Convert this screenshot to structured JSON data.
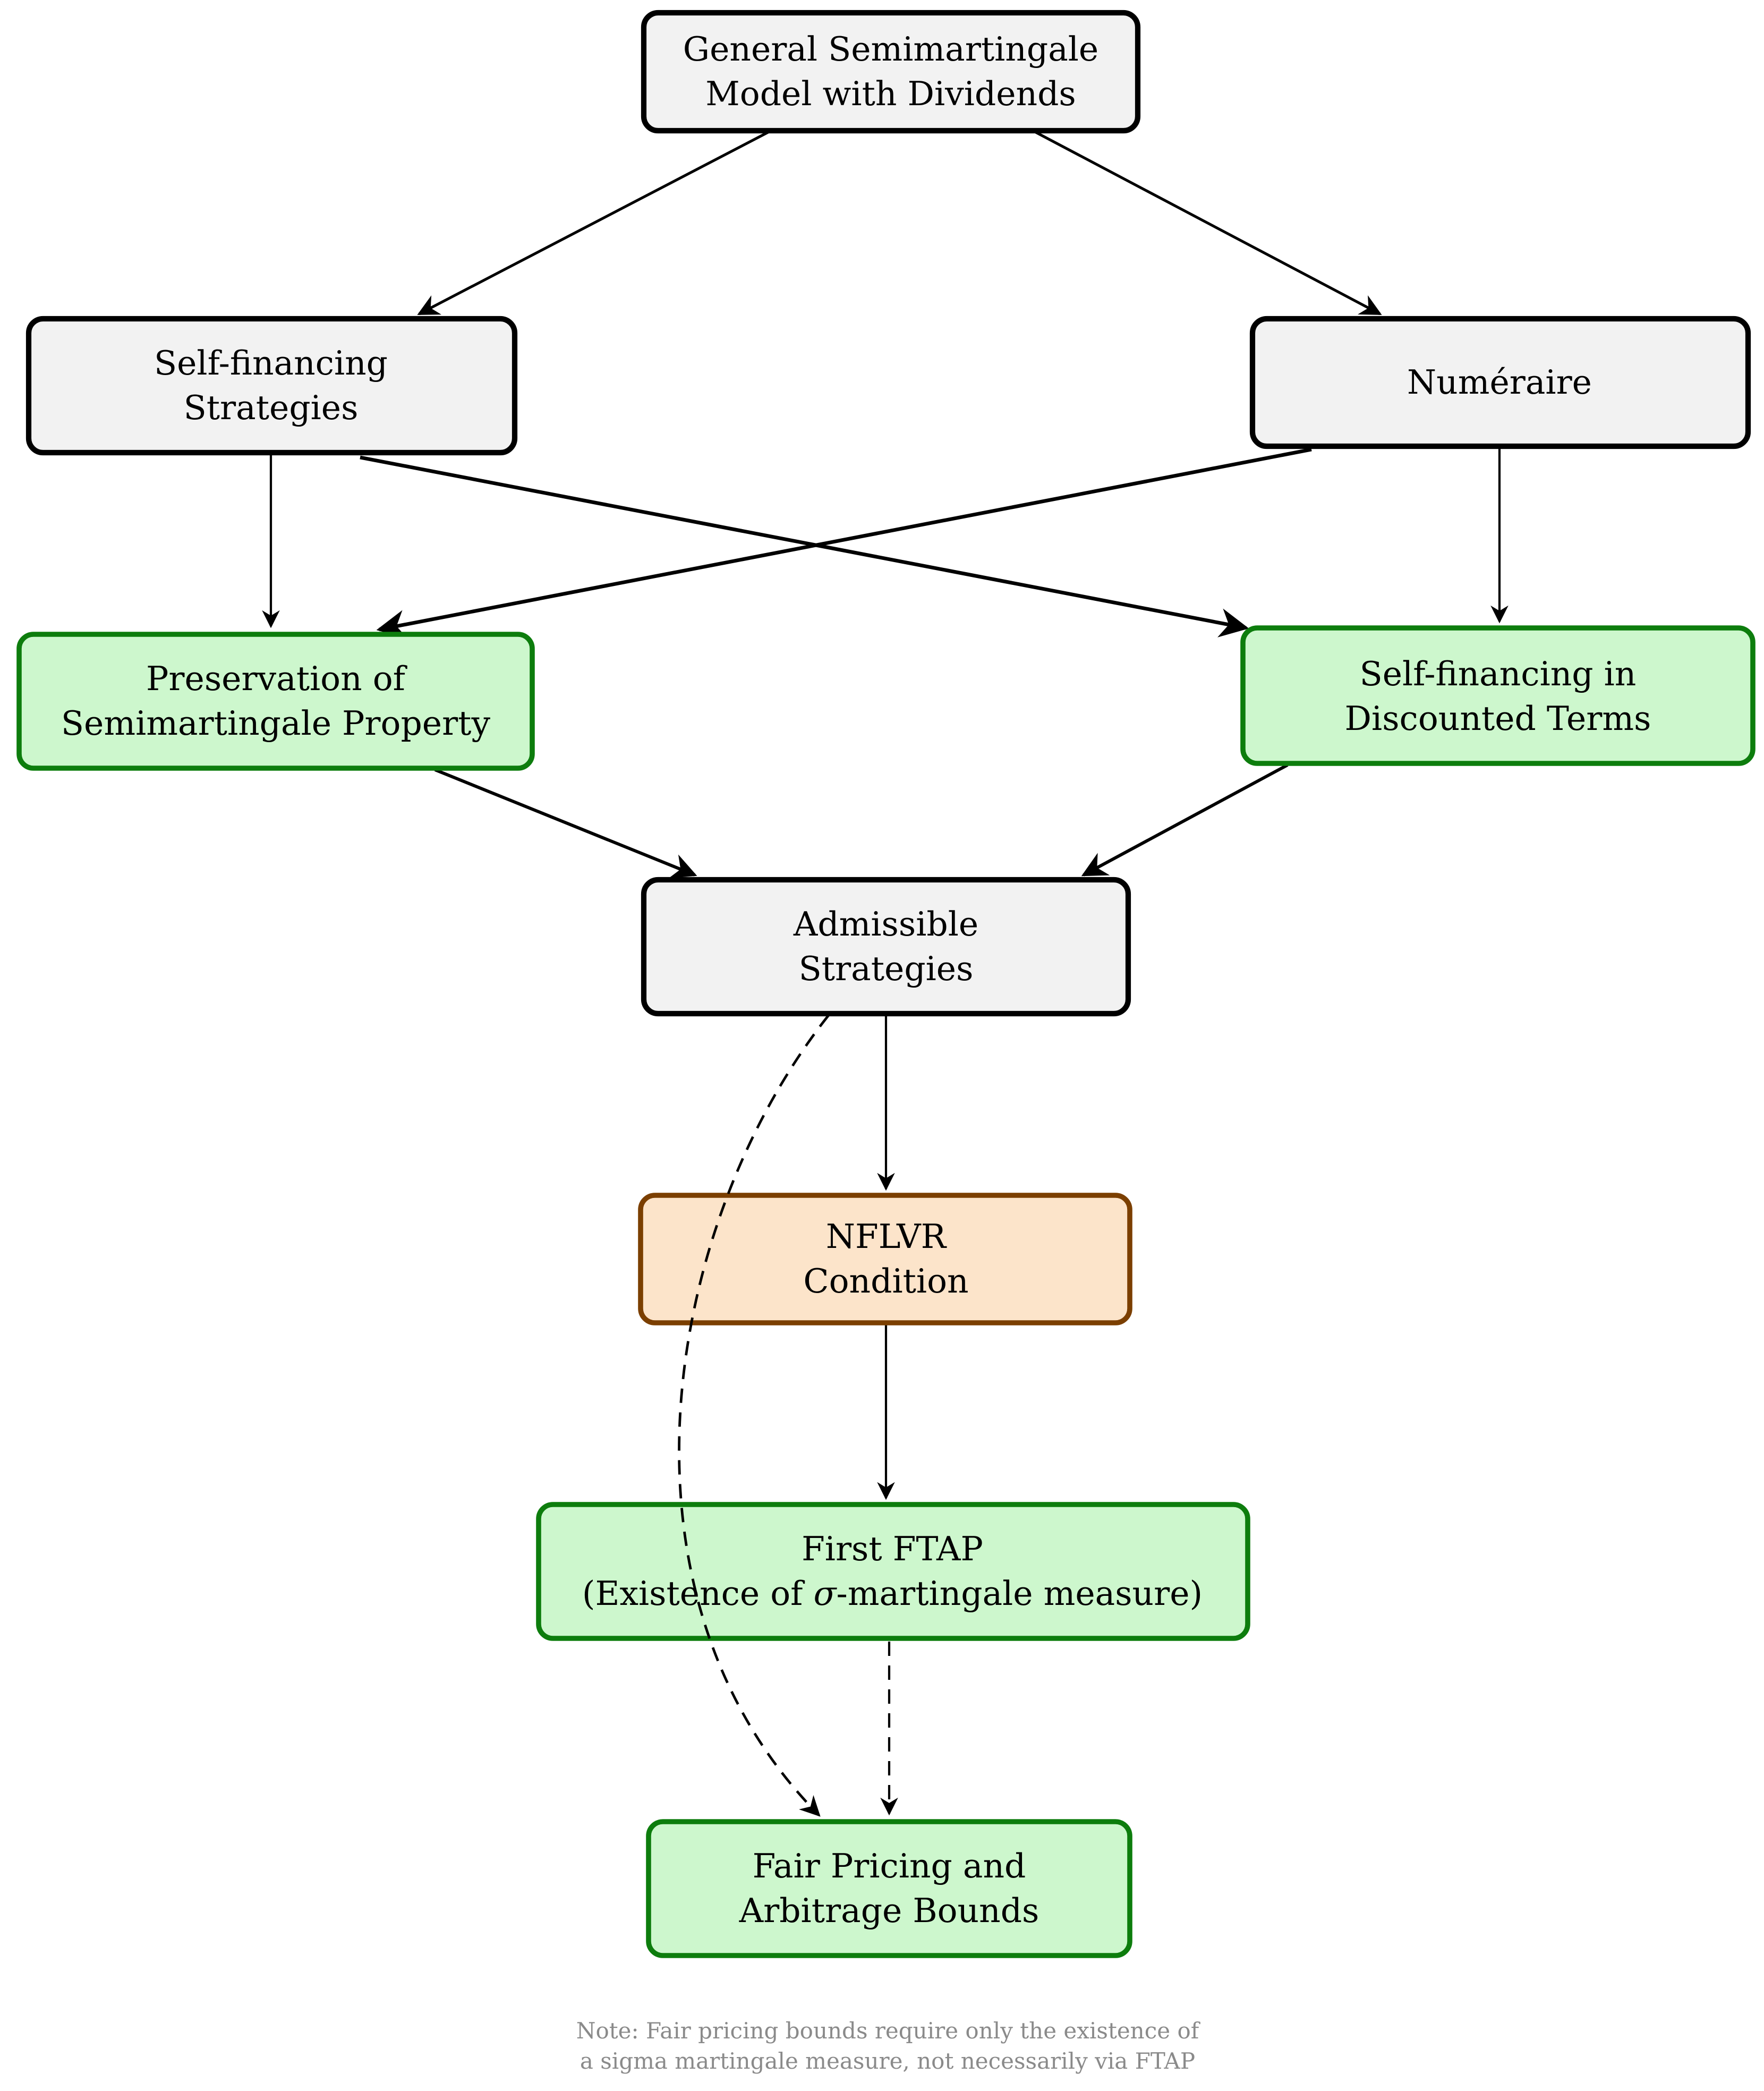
{
  "diagram": {
    "nodes": {
      "general_model": {
        "line1": "General Semimartingale",
        "line2": "Model with Dividends"
      },
      "self_financing": {
        "line1": "Self-financing",
        "line2": "Strategies"
      },
      "numeraire": {
        "line1": "Numéraire"
      },
      "preservation": {
        "line1": "Preservation of",
        "line2": "Semimartingale Property"
      },
      "self_financing_discounted": {
        "line1": "Self-financing in",
        "line2": "Discounted Terms"
      },
      "admissible": {
        "line1": "Admissible",
        "line2": "Strategies"
      },
      "nflvr": {
        "line1": "NFLVR",
        "line2": "Condition"
      },
      "first_ftap": {
        "line1": "First FTAP",
        "line2_prefix": "(Existence of ",
        "line2_sigma": "σ",
        "line2_suffix": "-martingale measure)"
      },
      "fair_pricing": {
        "line1": "Fair Pricing and",
        "line2": "Arbitrage Bounds"
      }
    },
    "note": {
      "line1": "Note: Fair pricing bounds require only the existence of",
      "line2": "a sigma martingale measure, not necessarily via FTAP"
    },
    "colors": {
      "gray_fill": "#f2f2f2",
      "gray_border": "#000000",
      "green_fill": "#cdf7cd",
      "green_border": "#0d7d0d",
      "orange_fill": "#fce4ca",
      "orange_border": "#7b3f00",
      "note_text": "#8a8a8a",
      "edge": "#000000"
    }
  }
}
